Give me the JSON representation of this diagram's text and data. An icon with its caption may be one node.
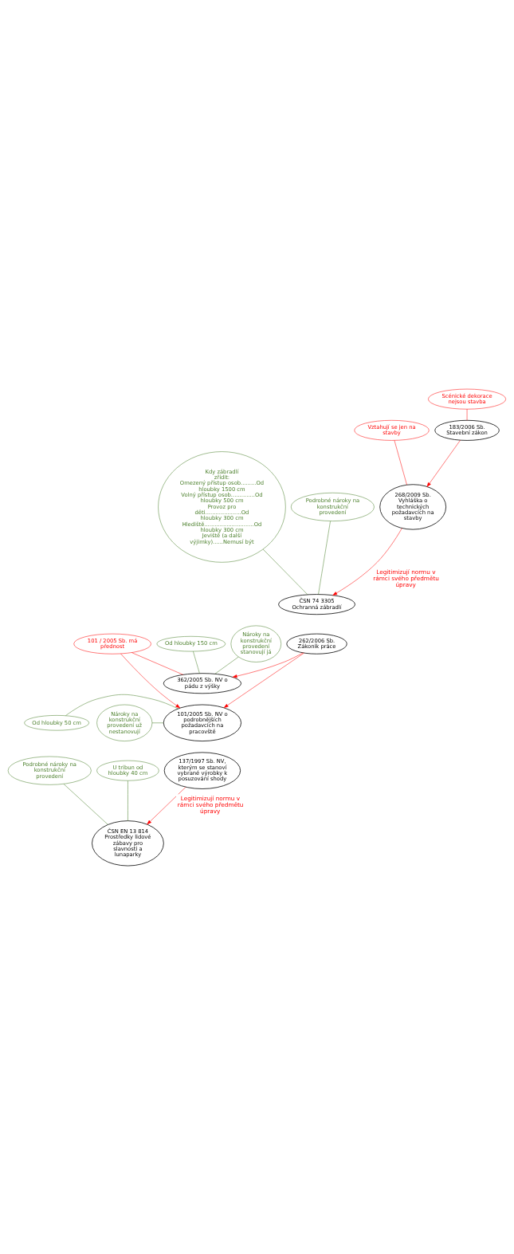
{
  "diagram": {
    "nodes": [
      {
        "text": [
          "183/2006 Sb. Stavební zákon"
        ]
      },
      {
        "text": [
          "Scénické dekorace nejsou stavba"
        ]
      },
      {
        "text": [
          "268/2009 Sb. Vyhláška o technických požadavcích na stavby"
        ]
      },
      {
        "text": [
          "Vztahují se jen na stavby"
        ]
      },
      {
        "text": [
          "ČSN 74 3305 Ochranná zábradlí"
        ]
      },
      {
        "text": [
          "Podrobné nároky na konstrukční provedení"
        ]
      },
      {
        "text": [
          "Kdy zábradlí zřídit:",
          "Omezený přístup osob.........Od hloubky 1500 cm",
          "Volný přístup osob..............Od hloubky 500 cm",
          "Provoz pro děti.....................Od hloubky 300 cm",
          "Hlediště.............................Od hloubky 300 cm",
          "Jeviště (a další výjimky)......Nemusí být"
        ]
      },
      {
        "text": [
          "262/2006 Sb. Zákoník práce"
        ]
      },
      {
        "text": [
          "101/2005 Sb. NV o podrobnějších požadavcích na pracovště"
        ]
      },
      {
        "text": [
          "Od hloubky 50 cm"
        ]
      },
      {
        "text": [
          "Nároky na konstrukční provedení už nestanovují"
        ]
      },
      {
        "text": [
          "101 / 2005 Sb. má přednost"
        ]
      },
      {
        "text": [
          "362/2005 Sb. NV o pádu z výšky"
        ]
      },
      {
        "text": [
          "Od hloubky 150 cm"
        ]
      },
      {
        "text": [
          "Nároky na konstrukční provedení stanovují já"
        ]
      },
      {
        "text": [
          "137/1997 Sb. NV, kterým se stanoví vybrané výrobky k posuzování shody"
        ]
      },
      {
        "text": [
          "ČSN EN 13 814 Prostředky lidové zábavy pro slavnosti a lunaparky"
        ]
      },
      {
        "text": [
          "Podrobné nároky na konstrukční provedení"
        ]
      },
      {
        "text": [
          "U tribun od hloubky 40 cm"
        ]
      }
    ],
    "edges": [
      {
        "from": 0,
        "to": 2,
        "arrow": "to",
        "color": "#ff0000"
      },
      {
        "from": 2,
        "to": 4,
        "arrow": "to",
        "label": "Legitimizují normu v rámci svého předmětu úpravy",
        "color": "#ff0000"
      },
      {
        "from": 7,
        "to": 8,
        "arrow": "to",
        "color": "#ff0000"
      },
      {
        "from": 7,
        "to": 12,
        "arrow": "to",
        "color": "#ff0000"
      },
      {
        "from": 11,
        "to": 8,
        "arrow": "to",
        "color": "#ff0000"
      },
      {
        "from": 15,
        "to": 16,
        "arrow": "to",
        "label": "Legitimizují normu v rámci svého předmětu úpravy",
        "color": "#ff0000"
      },
      {
        "from": 1,
        "to": 0,
        "arrow": "none",
        "color": "#ff0000"
      },
      {
        "from": 3,
        "to": 2,
        "arrow": "none",
        "color": "#ff0000"
      },
      {
        "from": 5,
        "to": 4,
        "arrow": "none",
        "color": "#4a7f2a"
      },
      {
        "from": 6,
        "to": 4,
        "arrow": "none",
        "color": "#4a7f2a"
      },
      {
        "from": 9,
        "to": 8,
        "arrow": "none",
        "color": "#4a7f2a"
      },
      {
        "from": 10,
        "to": 8,
        "arrow": "none",
        "color": "#4a7f2a"
      },
      {
        "from": 11,
        "to": 12,
        "arrow": "none",
        "color": "#ff0000"
      },
      {
        "from": 13,
        "to": 12,
        "arrow": "none",
        "color": "#4a7f2a"
      },
      {
        "from": 14,
        "to": 12,
        "arrow": "none",
        "color": "#4a7f2a"
      },
      {
        "from": 17,
        "to": 16,
        "arrow": "none",
        "color": "#4a7f2a"
      },
      {
        "from": 18,
        "to": 16,
        "arrow": "none",
        "color": "#4a7f2a"
      }
    ]
  }
}
